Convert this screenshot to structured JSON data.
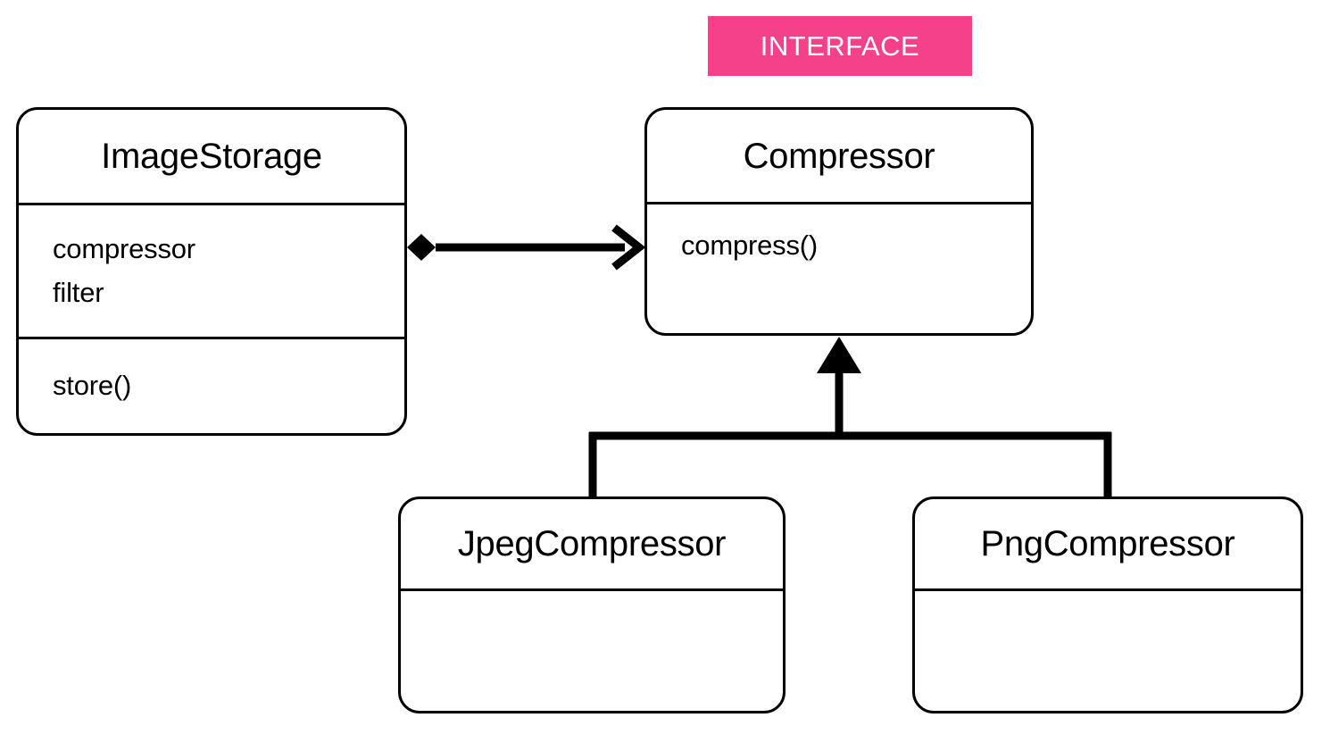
{
  "diagram": {
    "title": "Compressor strategy UML class diagram",
    "background_color": "#ffffff",
    "line_color": "#000000",
    "accent_color": "#f5408a"
  },
  "stereotype": {
    "label": "INTERFACE",
    "color": "#f5408a",
    "text_color": "#ffffff"
  },
  "classes": {
    "image_storage": {
      "name": "ImageStorage",
      "attributes": [
        "compressor",
        "filter"
      ],
      "methods": [
        "store()"
      ]
    },
    "compressor": {
      "name": "Compressor",
      "methods": [
        "compress()"
      ]
    },
    "jpeg_compressor": {
      "name": "JpegCompressor",
      "members": ""
    },
    "png_compressor": {
      "name": "PngCompressor",
      "members": ""
    }
  },
  "relationships": [
    {
      "name": "composition",
      "from": "ImageStorage",
      "to": "Compressor",
      "source_marker": "filled-diamond",
      "target_marker": "open-arrow"
    },
    {
      "name": "generalization",
      "from": "JpegCompressor",
      "to": "Compressor",
      "target_marker": "filled-triangle"
    },
    {
      "name": "generalization",
      "from": "PngCompressor",
      "to": "Compressor",
      "target_marker": "filled-triangle"
    }
  ]
}
